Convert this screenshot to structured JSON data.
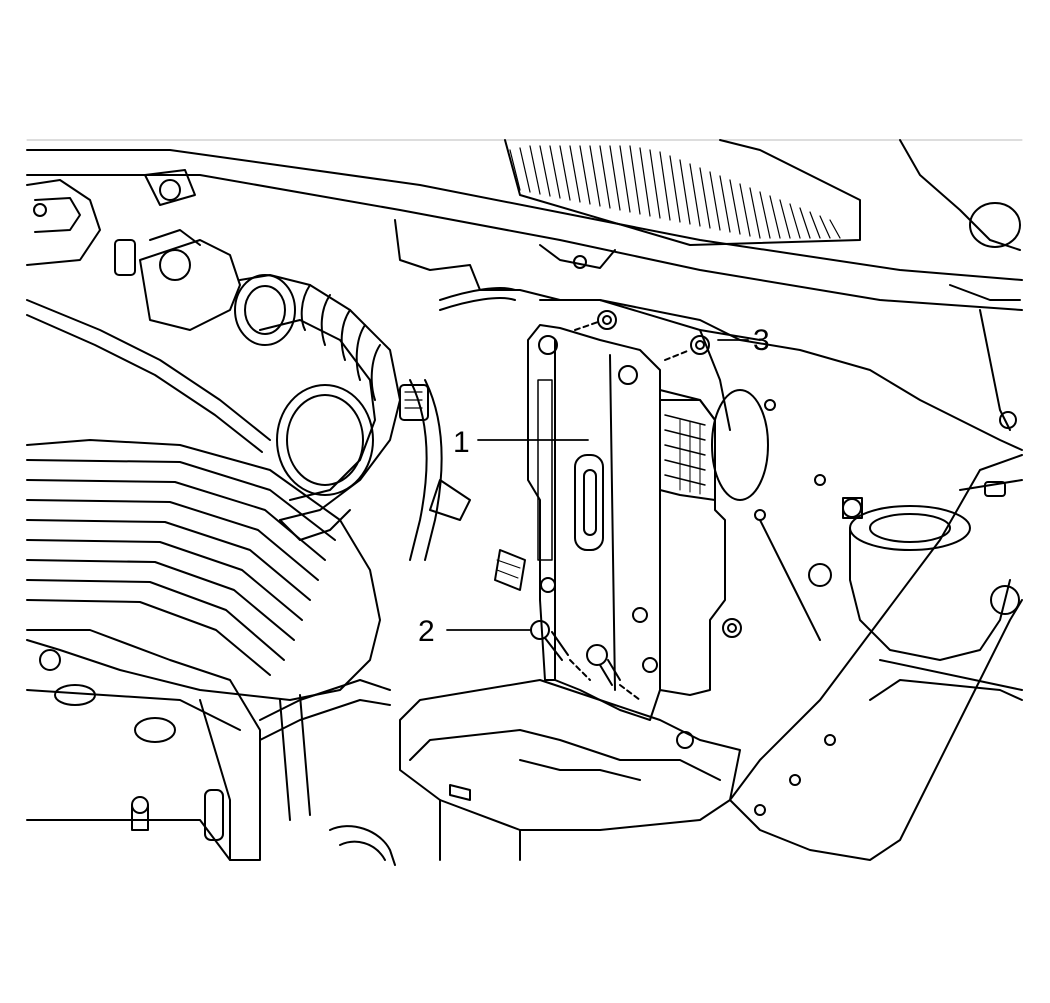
{
  "figure": {
    "callouts": [
      {
        "id": "1",
        "label": "1"
      },
      {
        "id": "2",
        "label": "2"
      },
      {
        "id": "3",
        "label": "3"
      }
    ],
    "colors": {
      "line": "#000000",
      "background": "#ffffff"
    }
  }
}
